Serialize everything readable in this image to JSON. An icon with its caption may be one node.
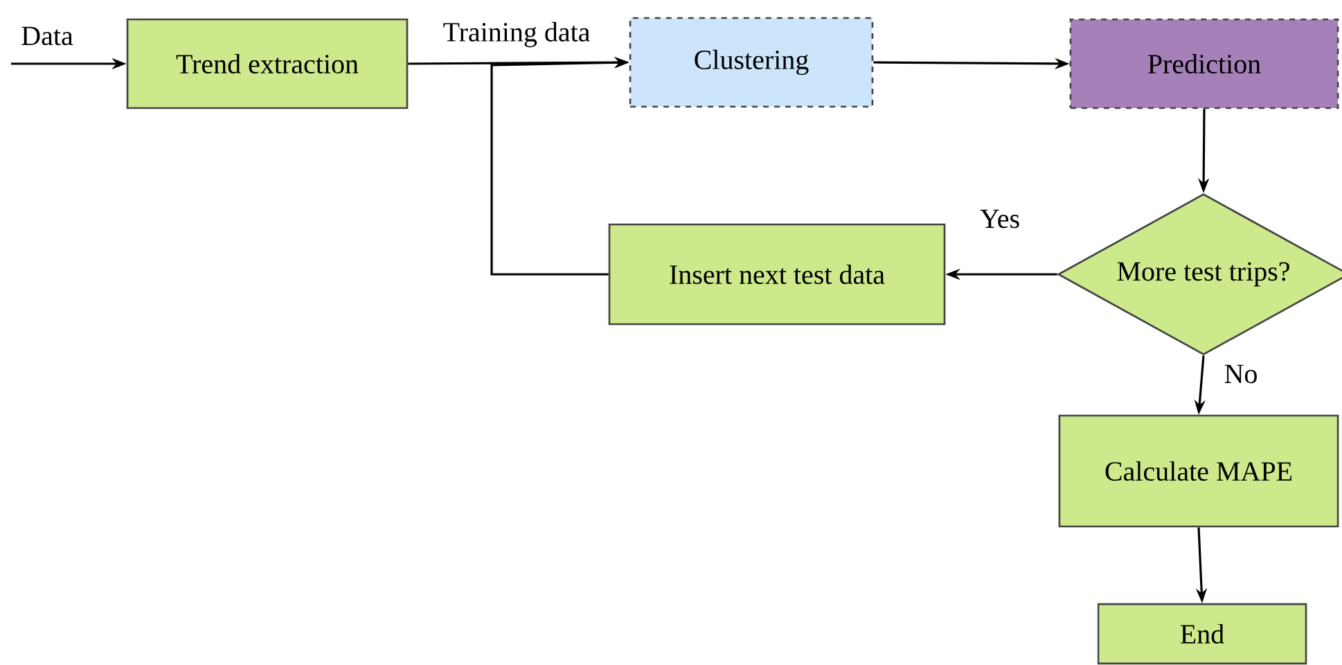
{
  "diagram": {
    "nodes": [
      {
        "text": [
          "Trend extraction"
        ]
      },
      {
        "text": [
          "Clustering"
        ]
      },
      {
        "text": [
          "Prediction"
        ]
      },
      {
        "text": [
          "More test trips?"
        ]
      },
      {
        "text": [
          "Insert next test data"
        ]
      },
      {
        "text": [
          "Calculate MAPE"
        ]
      },
      {
        "text": [
          "End"
        ]
      }
    ],
    "edges": [
      {
        "from": null,
        "to": 0,
        "arrow": "to",
        "label": "Data"
      },
      {
        "from": 0,
        "to": 1,
        "arrow": "to",
        "label": "Training data"
      },
      {
        "from": 1,
        "to": 2,
        "arrow": "to"
      },
      {
        "from": 2,
        "to": 3,
        "arrow": "to"
      },
      {
        "from": 3,
        "to": 4,
        "arrow": "to",
        "label": "Yes"
      },
      {
        "from": 4,
        "to": 1,
        "arrow": "to"
      },
      {
        "from": 3,
        "to": 5,
        "arrow": "to",
        "label": "No"
      },
      {
        "from": 5,
        "to": 6,
        "arrow": "to"
      }
    ]
  }
}
